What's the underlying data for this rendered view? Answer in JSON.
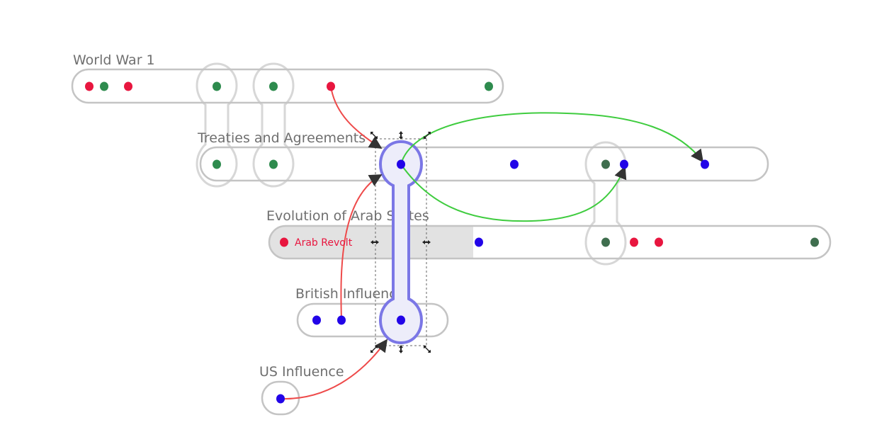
{
  "colors": {
    "lane_stroke": "#c4c4c4",
    "link_stroke": "#d7d7d7",
    "red_dot": "#e8163f",
    "green_dot": "#2e8b4e",
    "dark_green_dot": "#3f6e4e",
    "blue_dot": "#2204e8",
    "selection_stroke": "#7b77e6",
    "selection_fill": "#ededfa",
    "red_arrow": "#ee4a4a",
    "green_arrow": "#3fcc3f",
    "highlight_fill": "#e2e2e2",
    "arrowhead": "#333333"
  },
  "lanes": [
    {
      "name": "lane-world-war-1",
      "title": "World War 1"
    },
    {
      "name": "lane-treaties-and-agreements",
      "title": "Treaties and Agreements"
    },
    {
      "name": "lane-evolution-of-arab-states",
      "title": "Evolution of Arab States"
    },
    {
      "name": "lane-british-influence",
      "title": "British Influence"
    },
    {
      "name": "lane-us-influence",
      "title": "US Influence"
    }
  ],
  "events": {
    "arab_revolt": "Arab Revolt"
  },
  "selection": {
    "icon": "resize-handle-icon"
  }
}
